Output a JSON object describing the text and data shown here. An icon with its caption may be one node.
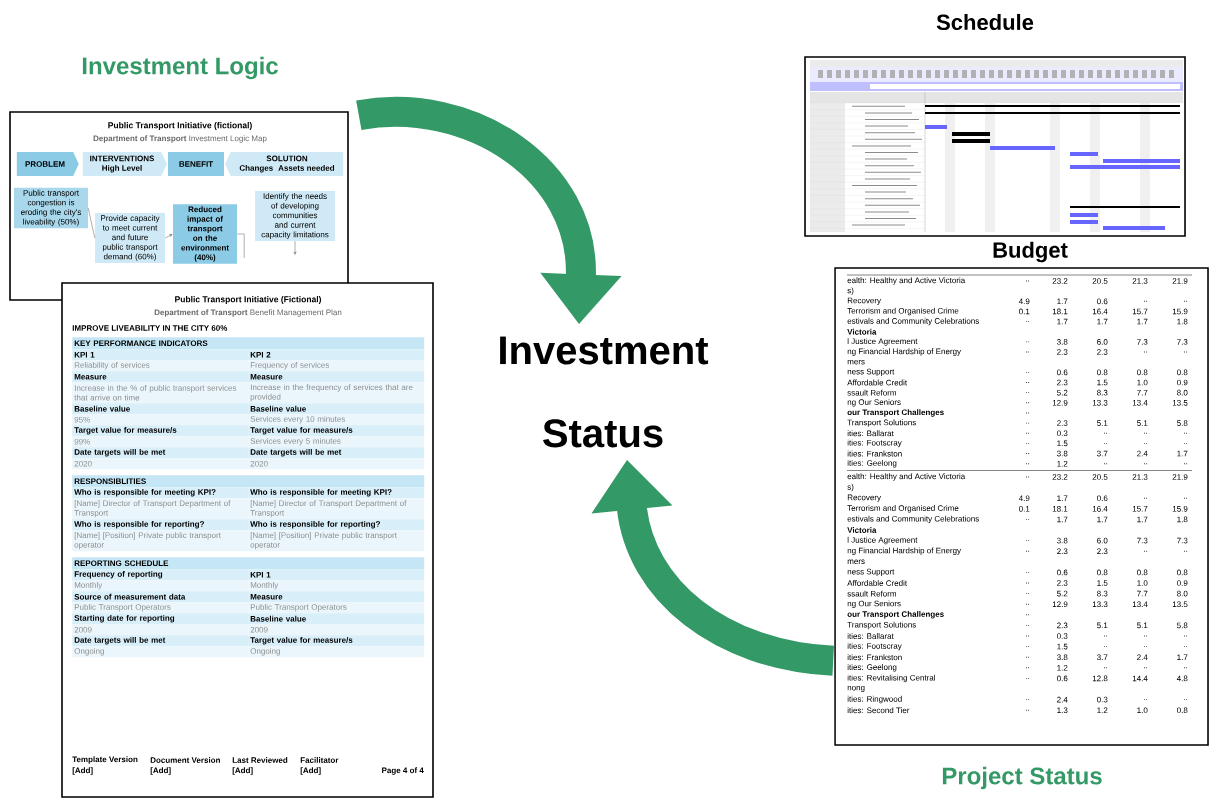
{
  "diagram": {
    "nodes": [
      {
        "text": [
          "Investment Logic",
          "Public Transport Initiative (fictional)",
          "**Department of Transport** Investment Logic Map"
        ]
      },
      {
        "text": [
          "PROBLEM"
        ],
        "in": 0
      },
      {
        "text": [
          "INTERVENTIONS",
          "High Level"
        ],
        "in": 0
      },
      {
        "text": [
          "BENEFIT"
        ],
        "in": 0
      },
      {
        "text": [
          "SOLUTION",
          "Changes",
          "Assets needed"
        ],
        "in": 0
      },
      {
        "text": [
          "Public transport congestion is eroding the city's liveability (50%)"
        ],
        "in": 0
      },
      {
        "text": [
          "Provide capacity to meet current and future public transport demand (60%)"
        ],
        "in": 0
      },
      {
        "text": [
          "Reduced impact of transport on the environment (40%)"
        ],
        "in": 0
      },
      {
        "text": [
          "Identify the needs of developing communities and current capacity limitations"
        ],
        "in": 0
      },
      {
        "text": [
          "Public Transport Initiative (Fictional)",
          "**Department of Transport** Benefit Management Plan",
          "IMPROVE LIVEABILITY IN THE CITY 60%"
        ]
      },
      {
        "text": [
          "Schedule"
        ]
      },
      {
        "text": [
          "Budget"
        ],
        "beside": [
          "Project Status"
        ]
      },
      {
        "text": [
          "Investment Status"
        ]
      }
    ],
    "edges": [
      {
        "from": 0,
        "to": 12,
        "arrow": "to",
        "style": "thick",
        "color": "#339966"
      },
      {
        "from": 11,
        "to": 12,
        "arrow": "to",
        "style": "thick",
        "color": "#339966"
      },
      {
        "from": 5,
        "to": 6,
        "arrow": "none"
      },
      {
        "from": 6,
        "to": 7,
        "arrow": "to"
      },
      {
        "from": 8,
        "to": null,
        "arrow": "to"
      },
      {
        "from": 7,
        "to": null,
        "arrow": "none"
      }
    ],
    "labels": [
      "KEY PERFORMANCE INDICATORS",
      "KPI 1",
      "KPI 2",
      "Reliability of services",
      "Frequency of services",
      "Measure",
      "Measure",
      "Increase in the % of public transport services that arrive on time",
      "Increase in the frequency of services that are provided",
      "Baseline value",
      "Baseline value",
      "95%",
      "Services every 10 minutes",
      "Target value for measure/s",
      "Target value for measure/s",
      "99%",
      "Services every 5 minutes",
      "Date targets will be met",
      "Date targets will be met",
      "2020",
      "2020",
      "RESPONSIBLITIES",
      "Who is responsible for meeting KPI?",
      "Who is responsible for meeting KPI?",
      "[Name] Director of Transport Department of Transport",
      "[Name] Director of Transport Department of Transport",
      "Who is responsible for reporting?",
      "Who is responsible for reporting?",
      "[Name] [Position] Private public transport operator",
      "[Name] [Position] Private public transport operator",
      "REPORTING SCHEDULE",
      "Frequency of reporting",
      "KPI 1",
      "Monthly",
      "Monthly",
      "Source of measurement data",
      "Measure",
      "Public Transport Operators",
      "Public Transport Operators",
      "Starting date for reporting",
      "Baseline value",
      "2009",
      "2009",
      "Date targets will be met",
      "Target value for measure/s",
      "Ongoing",
      "Ongoing",
      "Template Version",
      "Document Version",
      "Last Reviewed",
      "Facilitator",
      "[Add]",
      "[Add]",
      "[Add]",
      "[Add]",
      "Page 4 of 4",
      "ealth: Healthy and Active Victoria",
      "..",
      "23.2",
      "20.5",
      "21.3",
      "21.9",
      "s)",
      "Recovery",
      "4.9",
      "1.7",
      "0.6",
      "..",
      "..",
      "Terrorism and Organised Crime",
      "0.1",
      "18.1",
      "16.4",
      "15.7",
      "15.9",
      "estivals and Community Celebrations",
      "..",
      "1.7",
      "1.7",
      "1.7",
      "1.8",
      "Victoria",
      "l Justice Agreement",
      "..",
      "3.8",
      "6.0",
      "7.3",
      "7.3",
      "ng Financial Hardship of Energy",
      "..",
      "2.3",
      "2.3",
      "..",
      "..",
      "mers",
      "ness Support",
      "..",
      "0.6",
      "0.8",
      "0.8",
      "0.8",
      "Affordable Credit",
      "..",
      "2.3",
      "1.5",
      "1.0",
      "0.9",
      "ssault Reform",
      "..",
      "5.2",
      "8.3",
      "7.7",
      "8.0",
      "ng Our Seniors",
      "..",
      "12.9",
      "13.3",
      "13.4",
      "13.5",
      "our Transport Challenges",
      "..",
      "Transport Solutions",
      "..",
      "2.3",
      "5.1",
      "5.1",
      "5.8",
      "ities: Ballarat",
      "..",
      "0.3",
      "..",
      "..",
      "..",
      "ities: Footscray",
      "..",
      "1.5",
      "..",
      "..",
      "..",
      "ities: Frankston",
      "..",
      "3.8",
      "3.7",
      "2.4",
      "1.7",
      "ities: Geelong",
      "..",
      "1.2",
      "..",
      "..",
      "..",
      "ealth: Healthy and Active Victoria",
      "..",
      "23.2",
      "20.5",
      "21.3",
      "21.9",
      "s)",
      "Recovery",
      "4.9",
      "1.7",
      "0.6",
      "..",
      "..",
      "Terrorism and Organised Crime",
      "0.1",
      "18.1",
      "16.4",
      "15.7",
      "15.9",
      "estivals and Community Celebrations",
      "..",
      "1.7",
      "1.7",
      "1.7",
      "1.8",
      "Victoria",
      "l Justice Agreement",
      "..",
      "3.8",
      "6.0",
      "7.3",
      "7.3",
      "ng Financial Hardship of Energy",
      "..",
      "2.3",
      "2.3",
      "..",
      "..",
      "mers",
      "ness Support",
      "..",
      "0.6",
      "0.8",
      "0.8",
      "0.8",
      "Affordable Credit",
      "..",
      "2.3",
      "1.5",
      "1.0",
      "0.9",
      "ssault Reform",
      "..",
      "5.2",
      "8.3",
      "7.7",
      "8.0",
      "ng Our Seniors",
      "..",
      "12.9",
      "13.3",
      "13.4",
      "13.5",
      "our Transport Challenges",
      "..",
      "Transport Solutions",
      "..",
      "2.3",
      "5.1",
      "5.1",
      "5.8",
      "ities: Ballarat",
      "..",
      "0.3",
      "..",
      "..",
      "..",
      "ities: Footscray",
      "..",
      "1.5",
      "..",
      "..",
      "..",
      "ities: Frankston",
      "..",
      "3.8",
      "3.7",
      "2.4",
      "1.7",
      "ities: Geelong",
      "..",
      "1.2",
      "..",
      "..",
      "..",
      "ities: Revitalising Central",
      "..",
      "0.6",
      "12.8",
      "14.4",
      "4.8",
      "nong",
      "ities: Ringwood",
      "..",
      "2.4",
      "0.3",
      "..",
      "..",
      "ities: Second Tier",
      "..",
      "1.3",
      "1.2",
      "1.0",
      "0.8"
    ]
  }
}
